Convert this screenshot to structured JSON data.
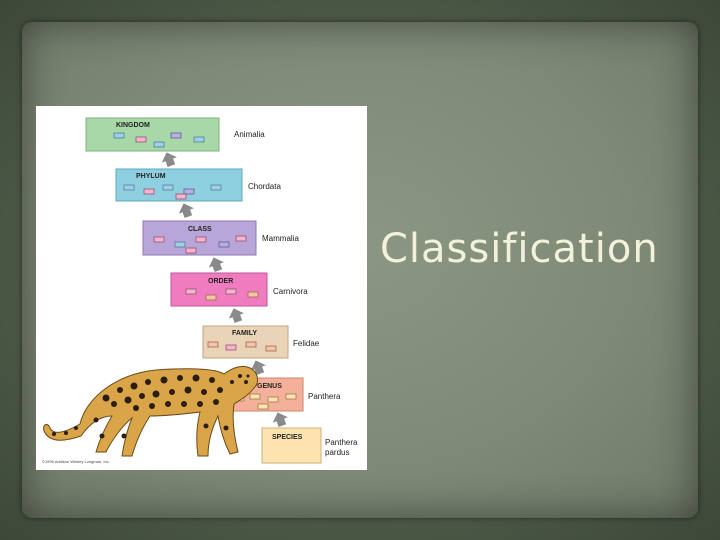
{
  "slide": {
    "title": "Classification"
  },
  "figure": {
    "levels": [
      {
        "label": "KINGDOM",
        "taxon": "Animalia",
        "color": "#a8d8a8"
      },
      {
        "label": "PHYLUM",
        "taxon": "Chordata",
        "color": "#8fd0e0"
      },
      {
        "label": "CLASS",
        "taxon": "Mammalia",
        "color": "#b8a6d8"
      },
      {
        "label": "ORDER",
        "taxon": "Carnivora",
        "color": "#f07cc0"
      },
      {
        "label": "FAMILY",
        "taxon": "Felidae",
        "color": "#ead4b8"
      },
      {
        "label": "GENUS",
        "taxon": "Panthera",
        "color": "#f5b09a"
      },
      {
        "label": "SPECIES",
        "taxon": "Panthera\npardus",
        "color": "#fde3b0"
      }
    ],
    "copyright": "©1999 Addison Wesley Longman, Inc."
  }
}
